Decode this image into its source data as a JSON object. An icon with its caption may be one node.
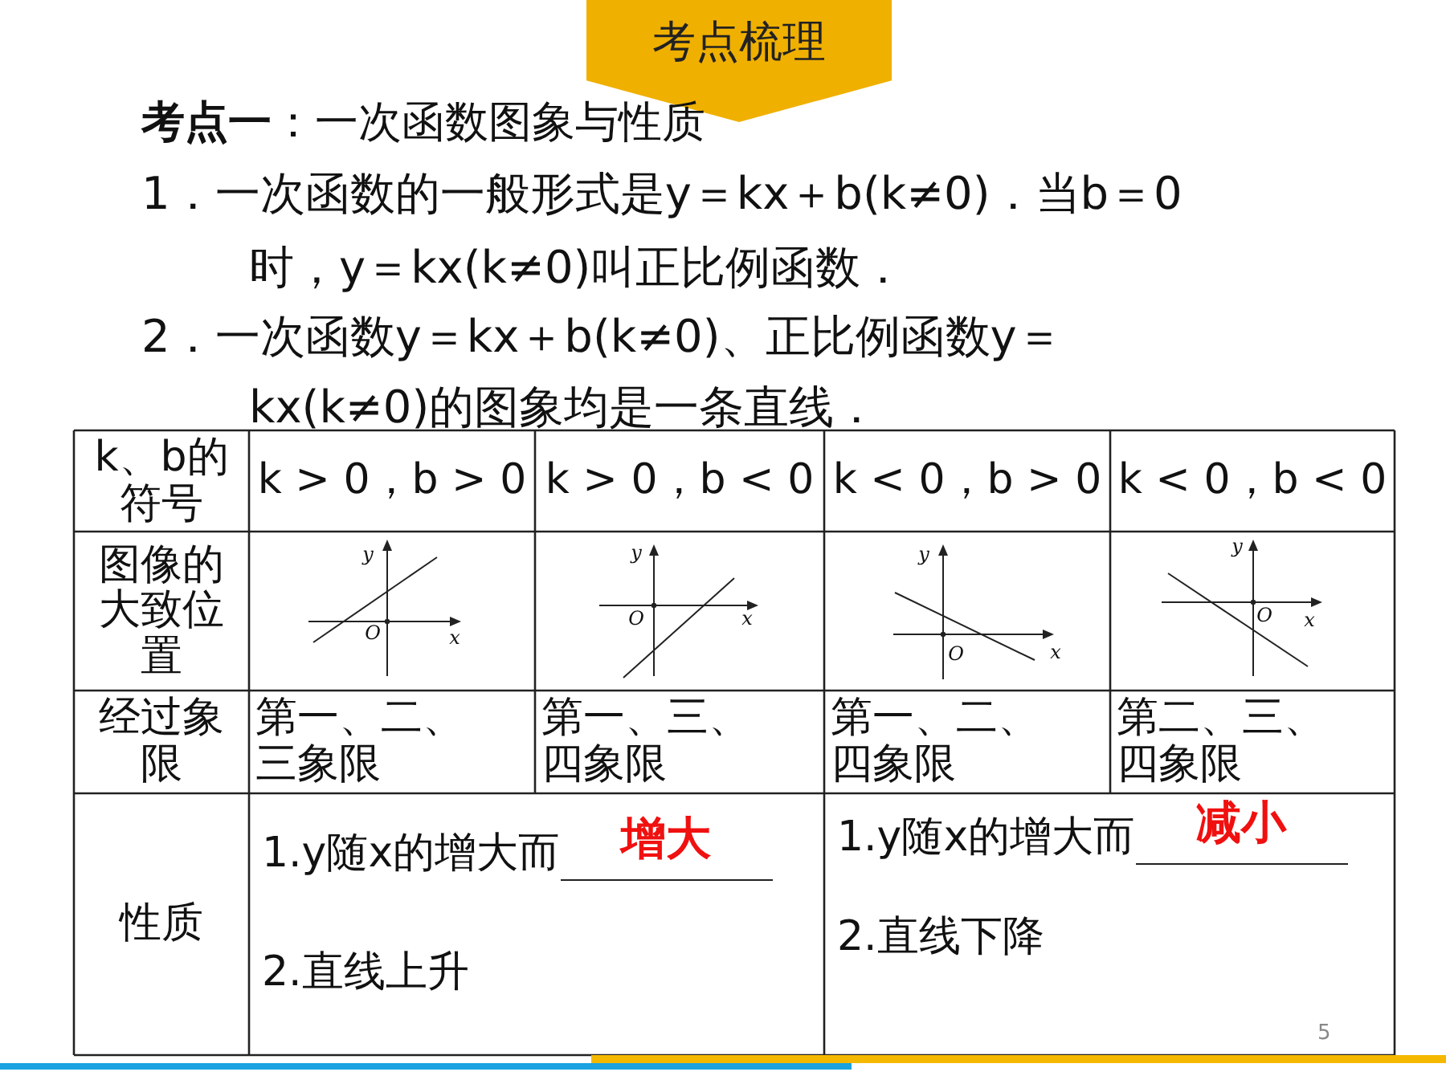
{
  "diagram": {
    "nodes": [
      {
        "text": [
          "考点梳理"
        ]
      }
    ],
    "edges": [],
    "labels": [
      "**考点一**：一次函数图象与性质",
      "1．一次函数的一般形式是y＝kx＋b(k≠0)．当b＝0时，y＝kx(k≠0)叫正比例函数．",
      "2．一次函数y＝kx＋b(k≠0)、正比例函数y＝kx(k≠0)的图象均是一条直线．",
      "k、b的符号",
      "k > 0，b > 0",
      "k > 0，b < 0",
      "k < 0，b > 0",
      "k < 0，b < 0",
      "图像的大致位置",
      "y",
      "O",
      "x",
      "y",
      "O",
      "x",
      "y",
      "O",
      "x",
      "y",
      "O",
      "x",
      "经过象限",
      "第一、二、三象限",
      "第一、三、四象限",
      "第一、二、四象限",
      "第二、三、四象限",
      "性质",
      "1.y随x的增大而",
      "增大",
      "2.直线上升",
      "1.y随x的增大而",
      "减小",
      "2.直线下降",
      "5"
    ]
  }
}
